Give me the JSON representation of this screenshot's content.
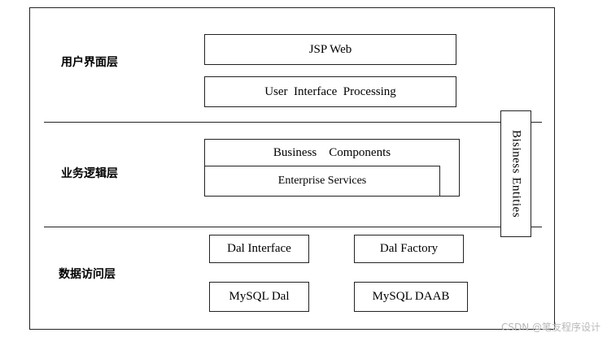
{
  "layers": {
    "ui_layer_label": "用户界面层",
    "business_layer_label": "业务逻辑层",
    "data_layer_label": "数据访问层"
  },
  "ui_layer": {
    "jsp_web": "JSP Web",
    "ui_processing": "User  Interface  Processing"
  },
  "business_layer": {
    "business_components": "Business    Components",
    "enterprise_services": "Enterprise Services"
  },
  "side_panel": {
    "business_entities": "Bisiness Entities"
  },
  "data_layer": {
    "dal_interface": "Dal Interface",
    "dal_factory": "Dal Factory",
    "mysql_dal": "MySQL Dal",
    "mysql_daab": "MySQL DAAB"
  },
  "watermark": "CSDN @笔友程序设计"
}
